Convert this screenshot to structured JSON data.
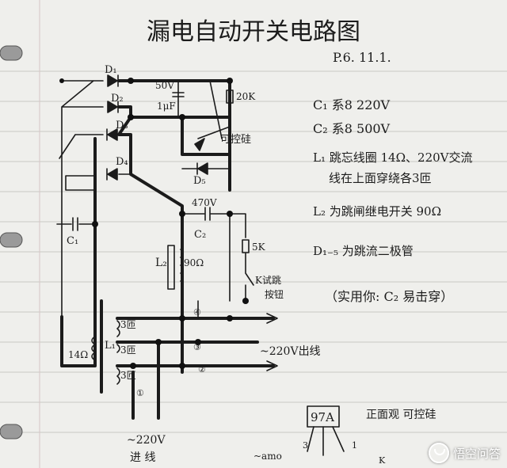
{
  "title": "漏电自动开关电路图",
  "date": "P.6. 11.1.",
  "notes": [
    "C₁ 系8 220V",
    "C₂ 系8 500V",
    "L₁ 跳忘线圈 14Ω、220V交流",
    "线在上面穿绕各3匝",
    "L₂ 为跳闸继电开关 90Ω",
    "D₁₋₅ 为跳流二极管",
    "（实用你: C₂ 易击穿）"
  ],
  "labels": {
    "d1": "D₁",
    "d2": "D₂",
    "d3": "D₃",
    "d4": "D₄",
    "d5": "D₅",
    "cap1_v": "50V",
    "cap1_c": "1μF",
    "r20k": "20K",
    "scr": "可控硅",
    "c2_v": "470V",
    "c2": "C₂",
    "c1": "C₁",
    "l2": "L₂",
    "l2_ohm": "90Ω",
    "r5k": "5K",
    "k_btn": "K试跳",
    "k_btn2": "按钮",
    "t1": "3匝",
    "t2": "3匝",
    "t3": "3匝",
    "l1_ohm": "14Ω",
    "l1": "L₁",
    "out": "~220V出线",
    "in1": "~220V",
    "in2": "进    线",
    "n1": "①",
    "n2": "②",
    "n3": "③",
    "n4": "④",
    "chip": "97A",
    "chip_note": "正面观 可控硅",
    "pin1": "1",
    "pin3": "3",
    "pin_k": "K",
    "anode_mark": "~amo"
  },
  "watermark": {
    "text": "悟空问答",
    "icon": "wukong-logo-icon"
  },
  "colors": {
    "paper": "#efefec",
    "ink": "#1b1b1b",
    "rule": "#c9c9c4"
  }
}
